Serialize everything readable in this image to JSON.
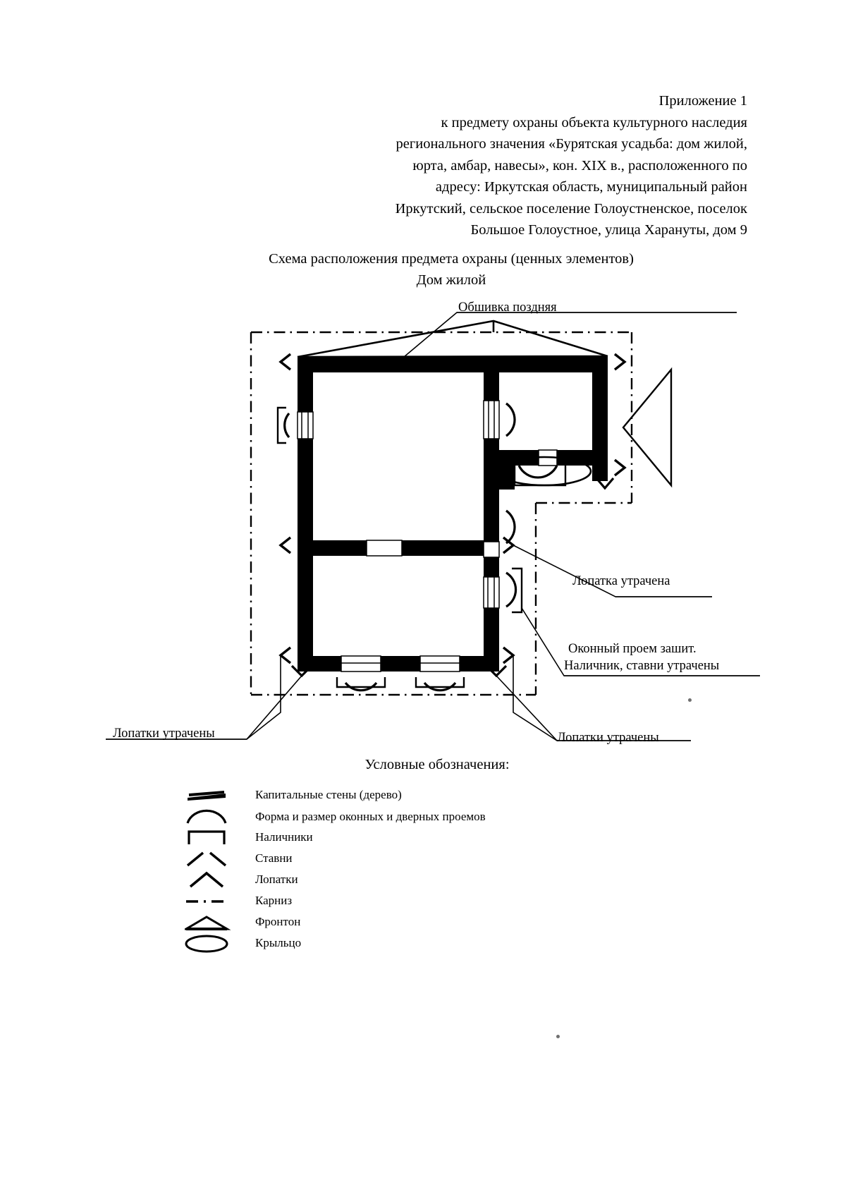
{
  "header": {
    "lines": [
      "Приложение 1",
      "к предмету охраны объекта культурного наследия",
      "регионального значения «Бурятская усадьба: дом жилой,",
      "юрта, амбар, навесы», кон. XIX в., расположенного по",
      "адресу: Иркутская область, муниципальный район",
      "Иркутский, сельское поселение Голоустненское, поселок",
      "Большое Голоустное, улица Харануты, дом 9"
    ]
  },
  "scheme": {
    "title": "Схема расположения предмета охраны (ценных элементов)",
    "subtitle": "Дом жилой"
  },
  "callouts": {
    "sheathing": "Обшивка поздняя",
    "pilaster_lost_right": "Лопатка утрачена",
    "window_boarded_line1": "Оконный проем зашит.",
    "window_boarded_line2": "Наличник, ставни утрачены",
    "pilasters_lost_left": "Лопатки утрачены",
    "pilasters_lost_right": "Лопатки утрачены"
  },
  "legend": {
    "title": "Условные обозначения:",
    "items": [
      {
        "symbol": "thick-wall-bar",
        "label": "Капитальные стены (дерево)"
      },
      {
        "symbol": "arc-opening",
        "label": "Форма и размер оконных и дверных проемов"
      },
      {
        "symbol": "bracket-trim",
        "label": "Наличники"
      },
      {
        "symbol": "shutter-chevron-split",
        "label": "Ставни"
      },
      {
        "symbol": "pilaster-chevron",
        "label": "Лопатки"
      },
      {
        "symbol": "dash-dot-line",
        "label": "Карниз"
      },
      {
        "symbol": "gable-triangle",
        "label": "Фронтон"
      },
      {
        "symbol": "porch-ellipse",
        "label": "Крыльцо"
      }
    ]
  },
  "colors": {
    "ink": "#000000",
    "paper": "#ffffff",
    "speck": "#6f6f6f"
  }
}
